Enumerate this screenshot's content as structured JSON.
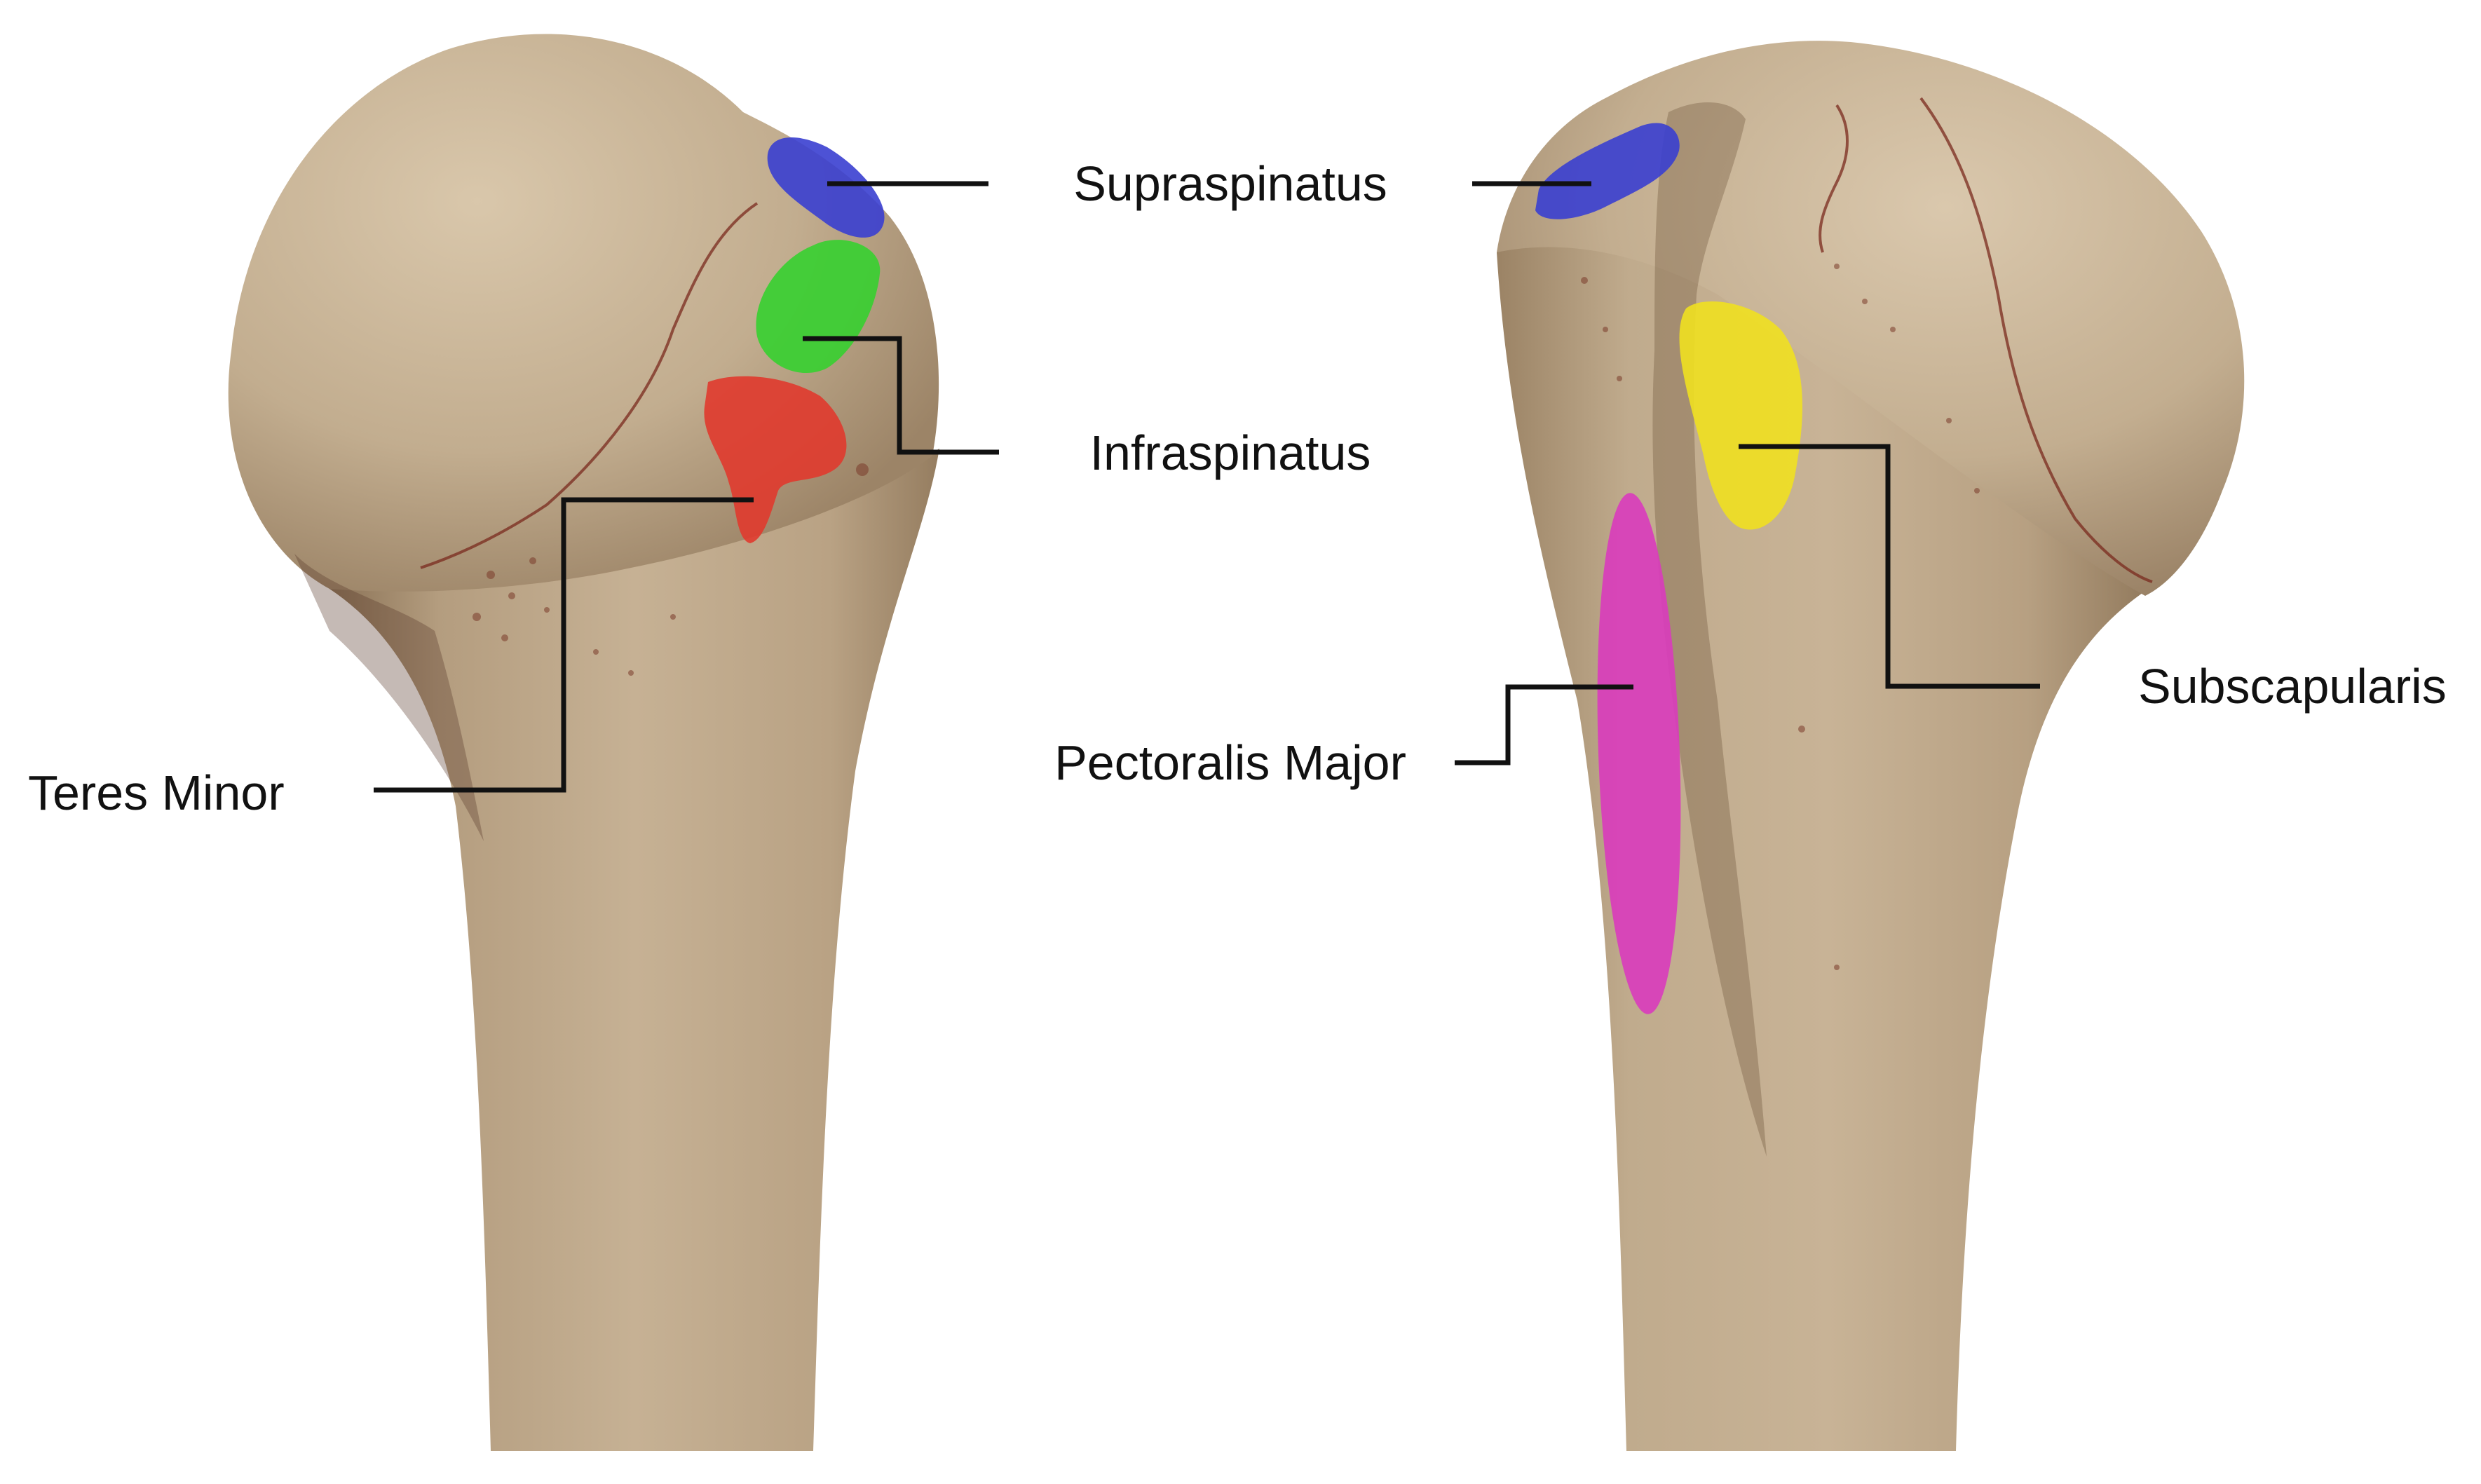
{
  "labels": {
    "supraspinatus": "Supraspinatus",
    "infraspinatus": "Infraspinatus",
    "teres_minor": "Teres Minor",
    "pectoralis_major": "Pectoralis Major",
    "subscapularis": "Subscapularis"
  },
  "colors": {
    "bone": "#c2ad8f",
    "bone_light": "#d3c0a3",
    "bone_shadow": "#8c7558",
    "supraspinatus": "#3a3fd0",
    "infraspinatus": "#36d030",
    "teres_minor": "#e03a2e",
    "pectoralis_major": "#d93bbd",
    "subscapularis": "#f0e020",
    "leader_line": "#111111"
  }
}
